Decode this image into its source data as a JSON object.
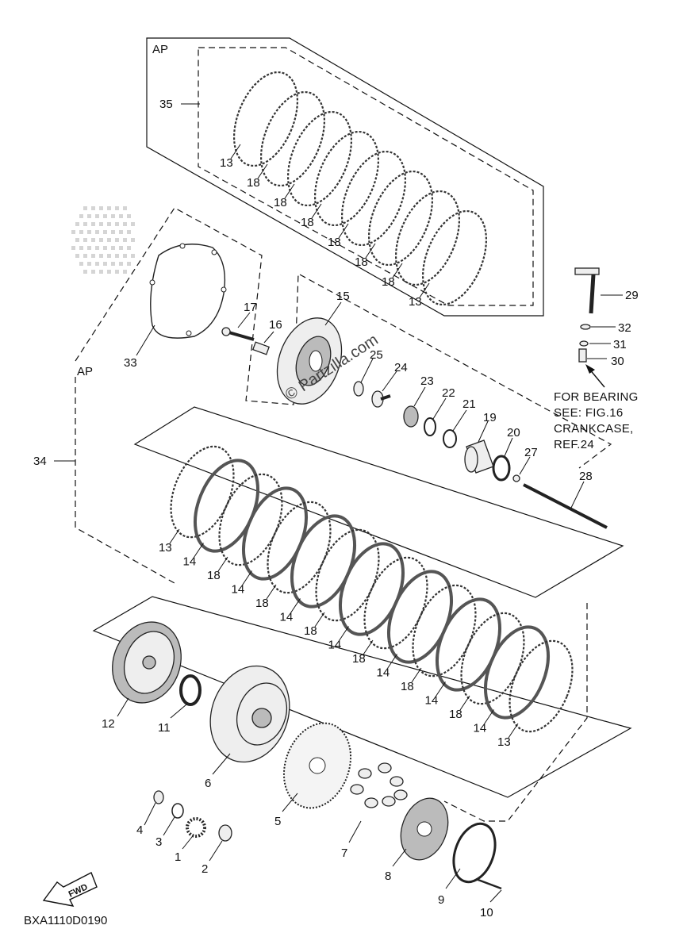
{
  "diagram_code": "BXA1110D0190",
  "watermark": "© Partzilla.com",
  "ap_top": "AP",
  "ap_mid": "AP",
  "note_lines": [
    "FOR BEARING",
    "SEE: FIG.16",
    "CRANKCASE,",
    "REF.24"
  ],
  "fwd_label": "FWD",
  "callouts": {
    "c35": "35",
    "c34": "34",
    "c33": "33",
    "c29": "29",
    "c32": "32",
    "c31": "31",
    "c30": "30",
    "c17": "17",
    "c16": "16",
    "c15": "15",
    "c25": "25",
    "c24": "24",
    "c23": "23",
    "c22": "22",
    "c21": "21",
    "c19": "19",
    "c20": "20",
    "c27": "27",
    "c28": "28",
    "c12": "12",
    "c11": "11",
    "c6": "6",
    "c5": "5",
    "c7": "7",
    "c8": "8",
    "c9": "9",
    "c10": "10",
    "c4": "4",
    "c3": "3",
    "c1": "1",
    "c2": "2"
  },
  "top_plate_labels": [
    "13",
    "18",
    "18",
    "18",
    "18",
    "18",
    "18",
    "13"
  ],
  "mid_plate_labels": [
    "13",
    "14",
    "18",
    "14",
    "18",
    "14",
    "18",
    "14",
    "18",
    "14",
    "18",
    "14",
    "18",
    "14",
    "13"
  ]
}
